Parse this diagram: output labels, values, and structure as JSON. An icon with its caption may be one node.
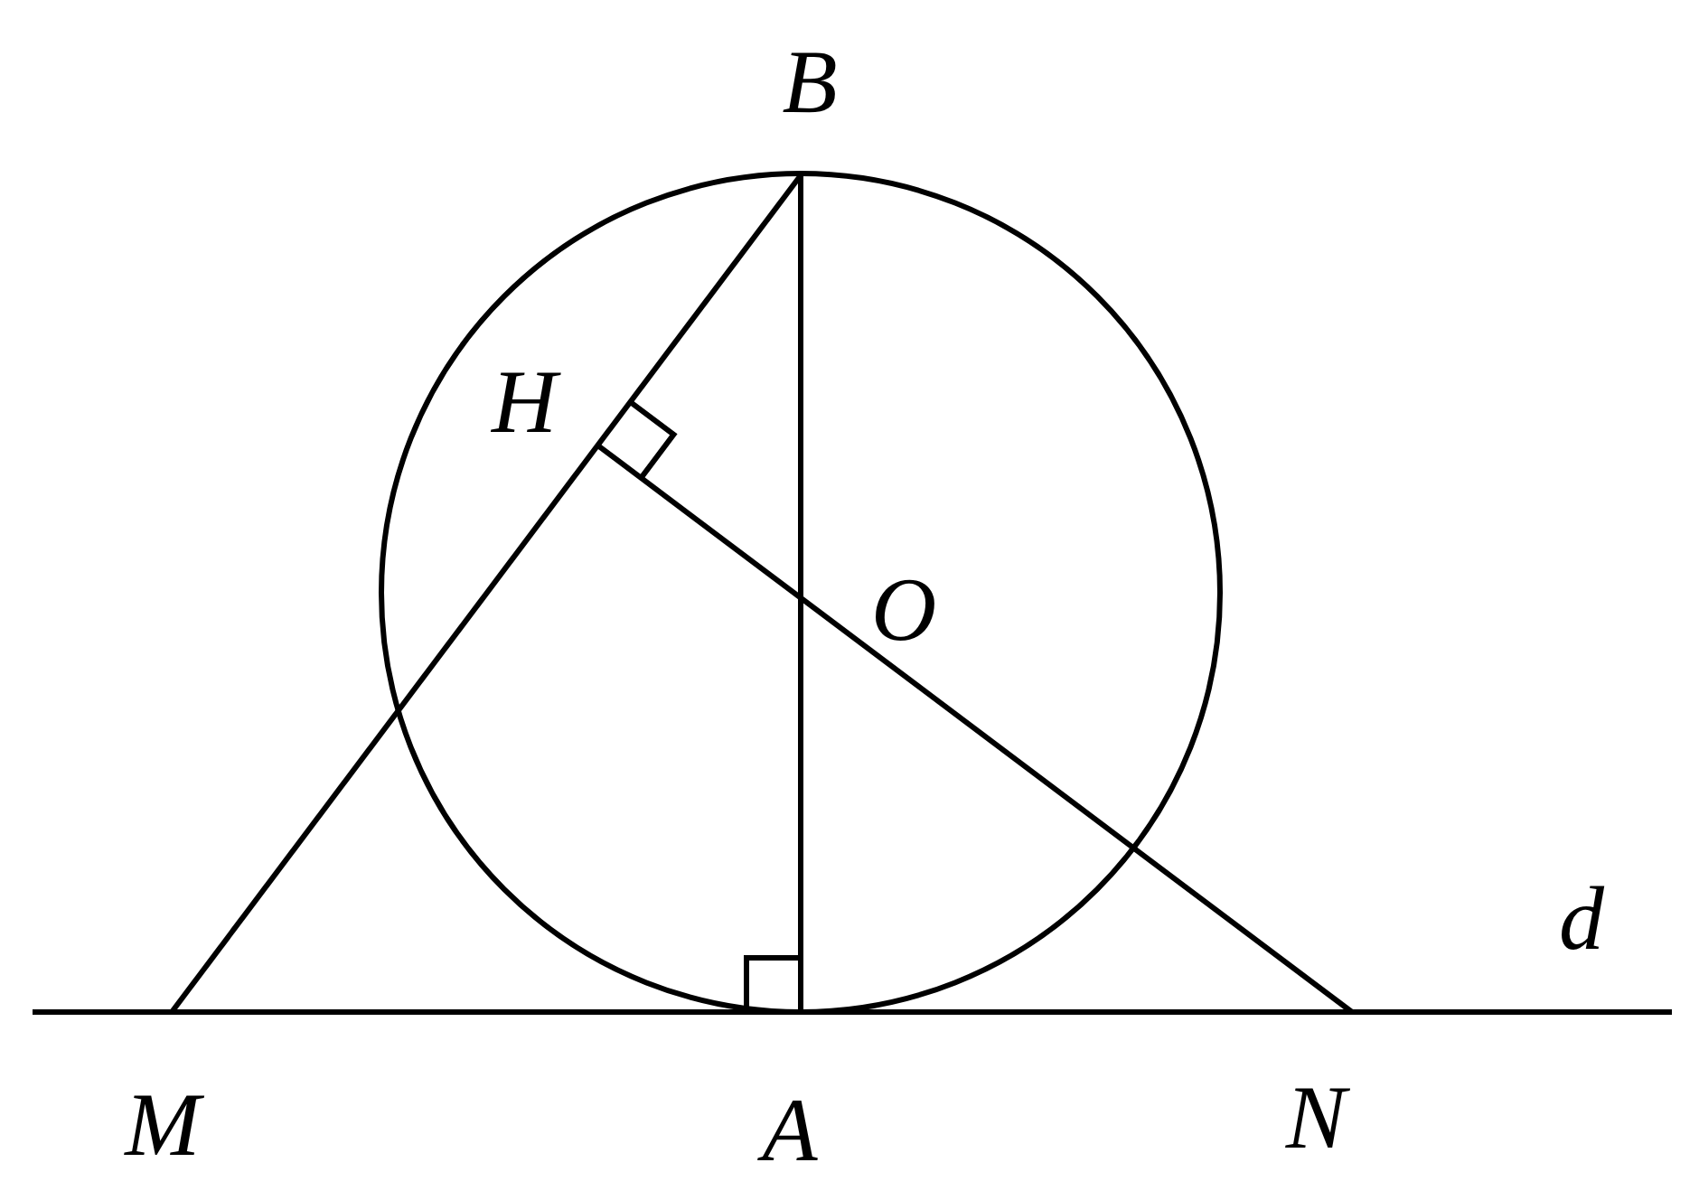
{
  "diagram": {
    "labels": [
      "B",
      "H",
      "O",
      "d",
      "M",
      "A",
      "N"
    ]
  }
}
